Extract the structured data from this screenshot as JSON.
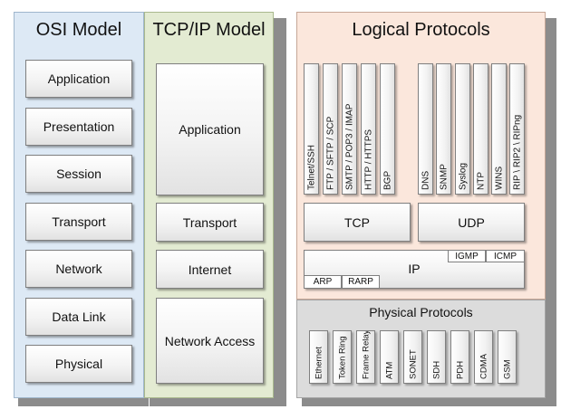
{
  "osi": {
    "title": "OSI Model",
    "layers": [
      "Application",
      "Presentation",
      "Session",
      "Transport",
      "Network",
      "Data Link",
      "Physical"
    ]
  },
  "tcpip": {
    "title": "TCP/IP Model",
    "layers": [
      "Application",
      "Transport",
      "Internet",
      "Network Access"
    ]
  },
  "logical": {
    "title": "Logical Protocols",
    "app_group_1": [
      "Telnet/SSH",
      "FTP / SFTP / SCP",
      "SMTP / POP3 / IMAP",
      "HTTP / HTTPS",
      "BGP"
    ],
    "app_group_2": [
      "DNS",
      "SNMP",
      "Syslog",
      "NTP",
      "WINS",
      "RIP \\ RIP2 \\ RIPng"
    ],
    "tcp": "TCP",
    "udp": "UDP",
    "ip": "IP",
    "igmp": "IGMP",
    "icmp": "ICMP",
    "arp": "ARP",
    "rarp": "RARP"
  },
  "physical": {
    "title": "Physical Protocols",
    "items": [
      "Ethernet",
      "Token Ring",
      "Frame Relay",
      "ATM",
      "SONET",
      "SDH",
      "PDH",
      "CDMA",
      "GSM"
    ]
  },
  "colors": {
    "osi_bg": "#dde9f5",
    "tcpip_bg": "#e3ebd2",
    "logical_bg": "#fbe7dc",
    "physical_bg": "#dcdcdc",
    "shadow": "#8c8c8c"
  }
}
